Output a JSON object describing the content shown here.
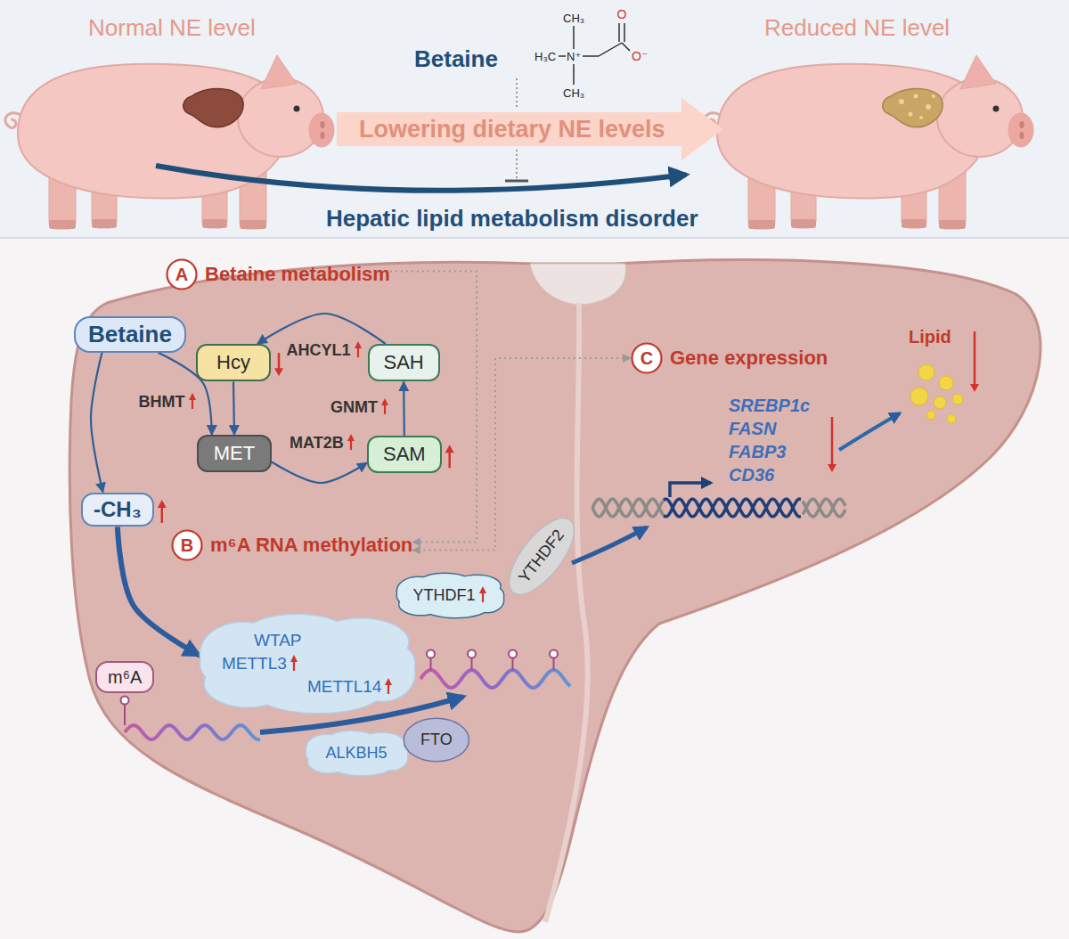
{
  "diagram": {
    "nodes": [
      {
        "text": [
          "A",
          "Betaine metabolism"
        ]
      },
      {
        "text": [
          "Betaine"
        ]
      },
      {
        "text": [
          "Hcy"
        ]
      },
      {
        "text": [
          "SAH"
        ]
      },
      {
        "text": [
          "MET"
        ]
      },
      {
        "text": [
          "SAM"
        ]
      },
      {
        "text": [
          "-CH₃"
        ]
      },
      {
        "text": [
          "B",
          "m⁶A RNA methylation"
        ]
      },
      {
        "text": [
          "C",
          "Gene expression"
        ]
      },
      {
        "text": [
          "m⁶A"
        ]
      },
      {
        "text": [
          "WTAP",
          "METTL3",
          "METTL14"
        ]
      },
      {
        "text": [
          "ALKBH5"
        ]
      },
      {
        "text": [
          "FTO"
        ]
      },
      {
        "text": [
          "YTHDF1"
        ]
      },
      {
        "text": [
          "YTHDF2"
        ]
      }
    ],
    "edges": [
      {
        "from": 3,
        "to": 2,
        "arrow": "to",
        "label": "AHCYL1"
      },
      {
        "from": 2,
        "to": 4,
        "arrow": "to",
        "label": "BHMT"
      },
      {
        "from": 1,
        "to": 4,
        "arrow": "to"
      },
      {
        "from": 4,
        "to": 5,
        "arrow": "to",
        "label": "MAT2B"
      },
      {
        "from": 5,
        "to": 3,
        "arrow": "to",
        "label": "GNMT"
      },
      {
        "from": 1,
        "to": 6,
        "arrow": "to"
      },
      {
        "from": 6,
        "to": 10,
        "arrow": "to"
      },
      {
        "from": 0,
        "to": 7,
        "arrow": "to"
      },
      {
        "from": 7,
        "to": 8,
        "arrow": "both"
      }
    ],
    "labels": [
      "Normal NE level",
      "Betaine",
      "H₃C",
      "N⁺",
      "CH₃",
      "CH₃",
      "O",
      "O⁻",
      "Reduced NE level",
      "Lowering dietary NE levels",
      "Hepatic lipid metabolism disorder",
      "SREBP1c",
      "FASN",
      "FABP3",
      "CD36",
      "Lipid"
    ]
  }
}
